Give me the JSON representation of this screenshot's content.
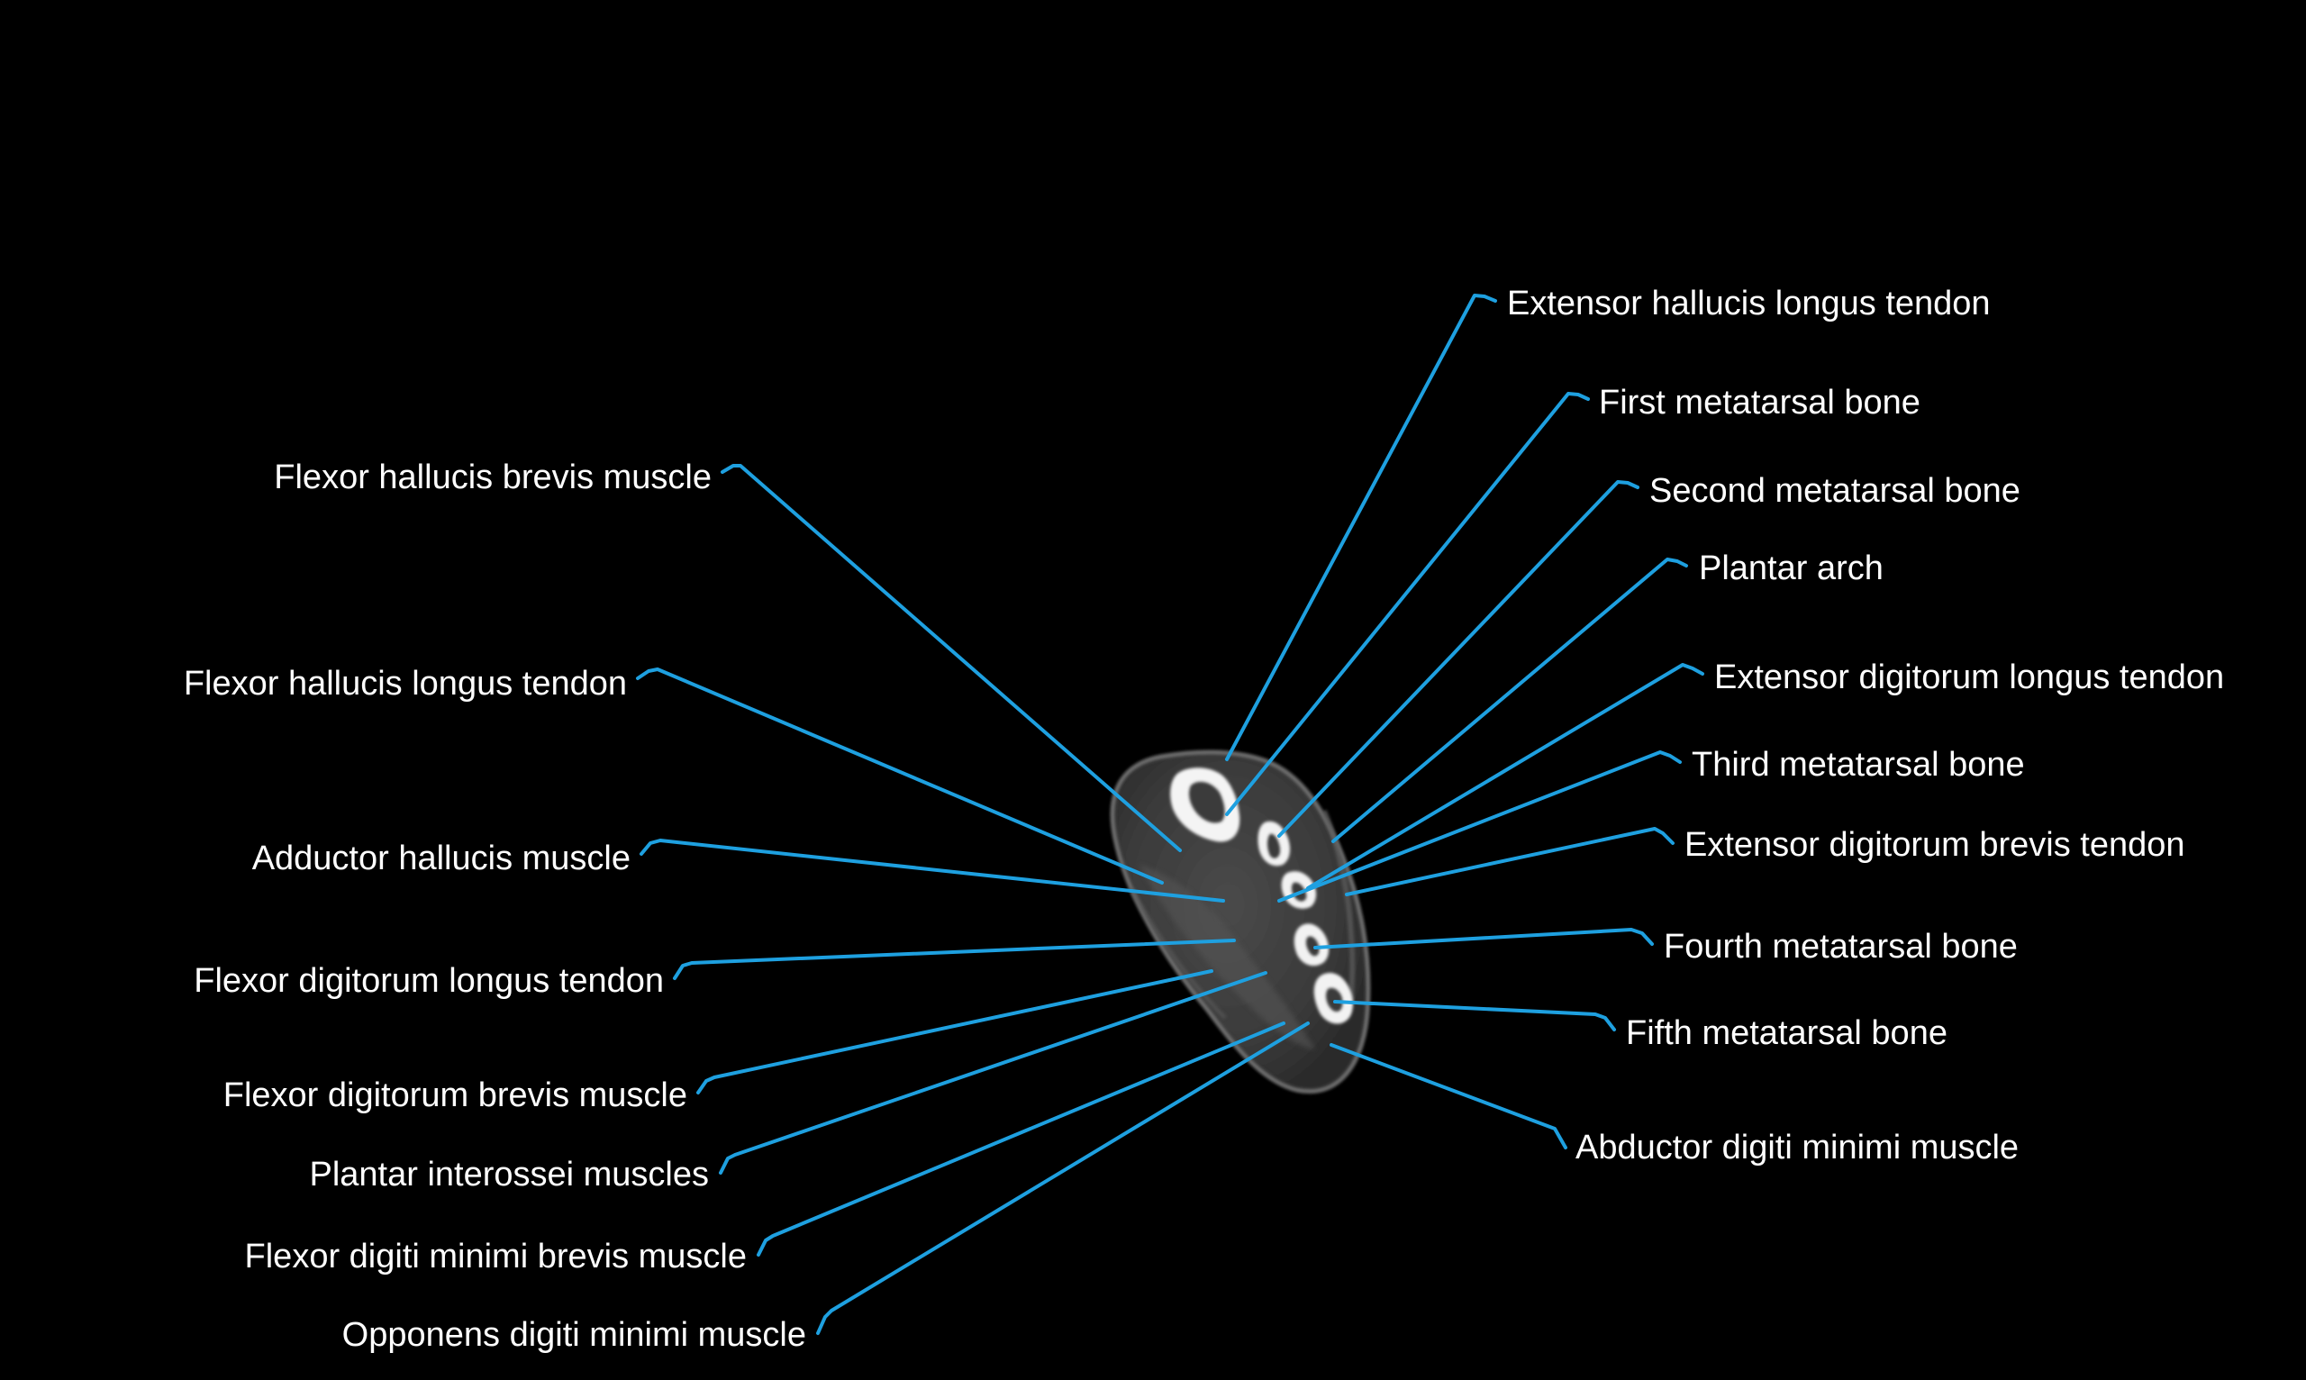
{
  "colors": {
    "background": "#000000",
    "leader_line": "#1ea0e0",
    "label_text": "#ffffff"
  },
  "labels": {
    "extensor_hallucis_longus_tendon": "Extensor hallucis longus tendon",
    "first_metatarsal_bone": "First metatarsal bone",
    "second_metatarsal_bone": "Second metatarsal bone",
    "plantar_arch": "Plantar arch",
    "extensor_digitorum_longus_tendon": "Extensor digitorum longus tendon",
    "third_metatarsal_bone": "Third metatarsal bone",
    "extensor_digitorum_brevis_tendon": "Extensor digitorum brevis tendon",
    "fourth_metatarsal_bone": "Fourth metatarsal bone",
    "fifth_metatarsal_bone": "Fifth metatarsal bone",
    "abductor_digiti_minimi_muscle": "Abductor digiti minimi muscle",
    "flexor_hallucis_brevis_muscle": "Flexor hallucis brevis muscle",
    "flexor_hallucis_longus_tendon": "Flexor hallucis longus tendon",
    "adductor_hallucis_muscle": "Adductor hallucis muscle",
    "flexor_digitorum_longus_tendon": "Flexor digitorum longus tendon",
    "flexor_digitorum_brevis_muscle": "Flexor digitorum brevis muscle",
    "plantar_interossei_muscles": "Plantar interossei muscles",
    "flexor_digiti_minimi_brevis_muscle": "Flexor digiti minimi brevis muscle",
    "opponens_digiti_minimi_muscle": "Opponens digiti minimi muscle"
  }
}
